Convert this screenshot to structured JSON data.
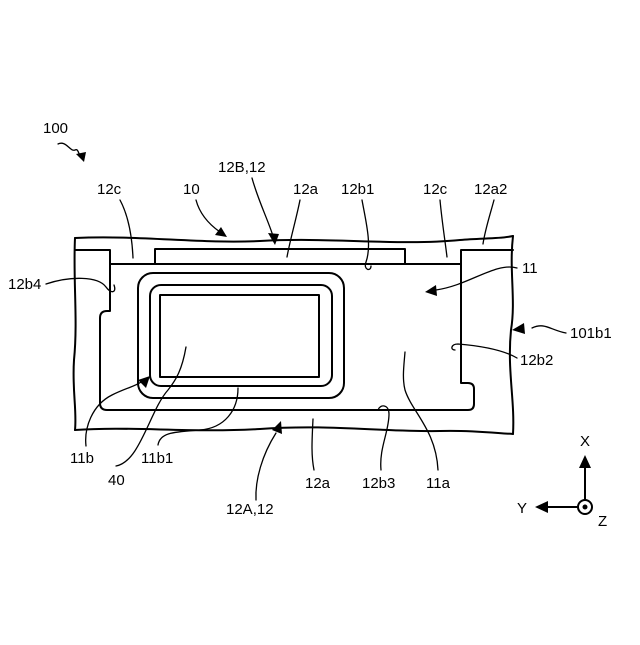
{
  "labels": {
    "ref_100": "100",
    "ref_12c_left": "12c",
    "ref_10": "10",
    "ref_12B": "12B,12",
    "ref_12a_top": "12a",
    "ref_12b1": "12b1",
    "ref_12c_right": "12c",
    "ref_12a2": "12a2",
    "ref_12b4": "12b4",
    "ref_11": "11",
    "ref_101b1": "101b1",
    "ref_12b2": "12b2",
    "ref_11b": "11b",
    "ref_40": "40",
    "ref_11b1": "11b1",
    "ref_12a_bottom": "12a",
    "ref_12b3": "12b3",
    "ref_11a": "11a",
    "ref_12A": "12A,12"
  },
  "axes": {
    "x_label": "X",
    "y_label": "Y",
    "z_label": "Z"
  }
}
